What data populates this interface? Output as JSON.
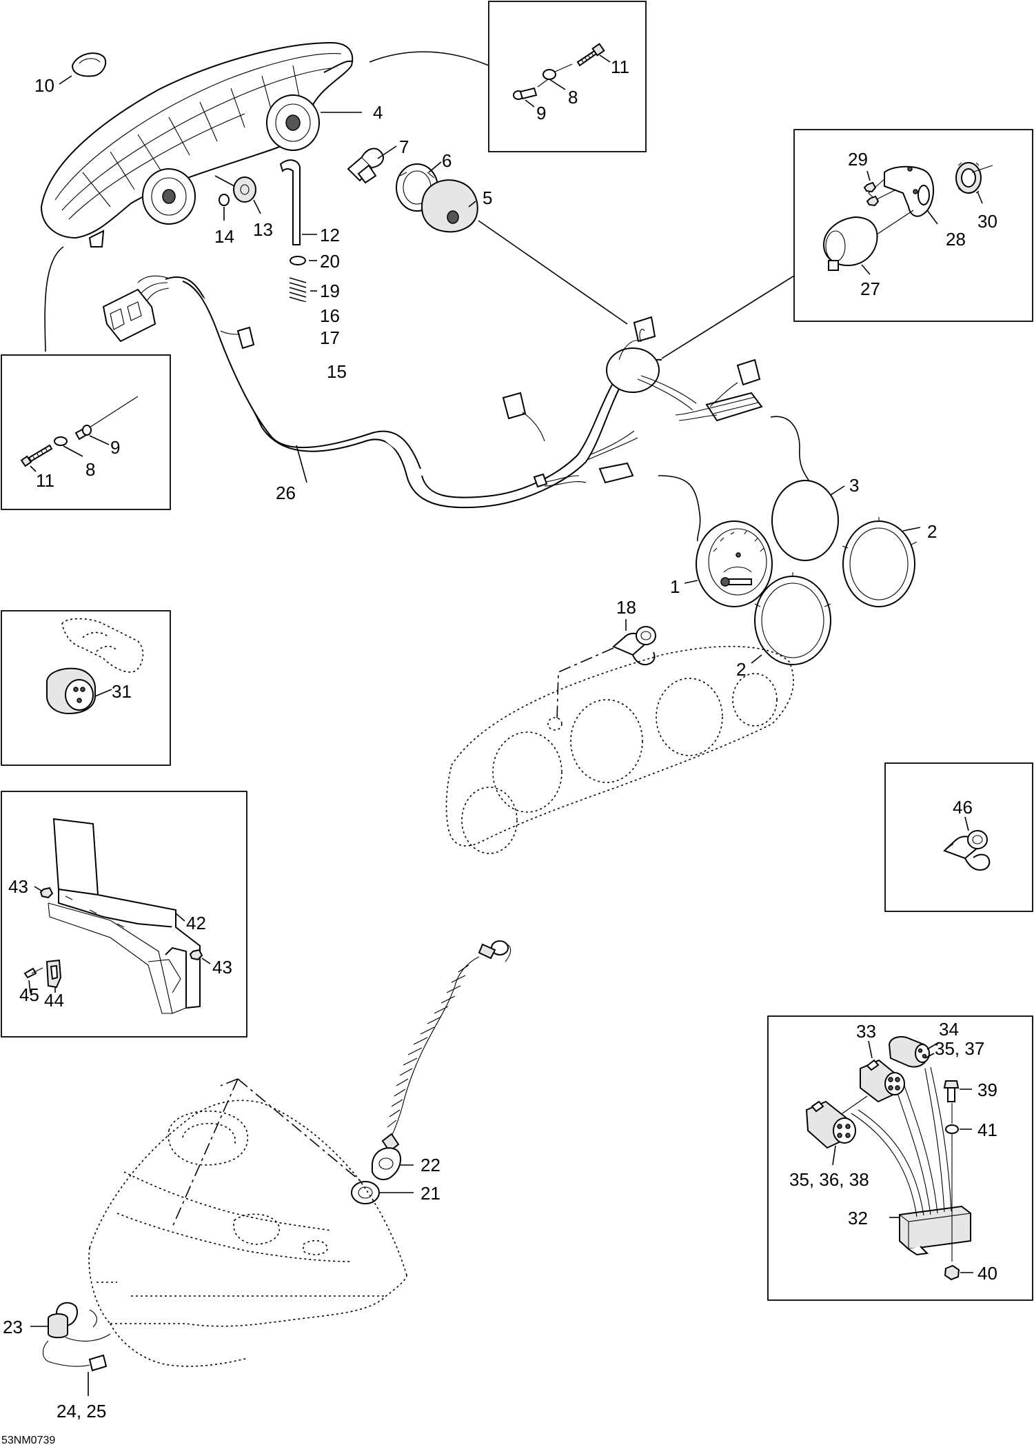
{
  "drawing_code": "53NM0739",
  "callouts": {
    "c1": "1",
    "c2a": "2",
    "c2b": "2",
    "c3": "3",
    "c4": "4",
    "c5": "5",
    "c6": "6",
    "c7": "7",
    "c8a": "8",
    "c8b": "8",
    "c9a": "9",
    "c9b": "9",
    "c10": "10",
    "c11a": "11",
    "c11b": "11",
    "c12": "12",
    "c13": "13",
    "c14": "14",
    "c15": "15",
    "c16": "16",
    "c17": "17",
    "c18": "18",
    "c19": "19",
    "c20": "20",
    "c21": "21",
    "c22": "22",
    "c23": "23",
    "c24_25": "24, 25",
    "c26": "26",
    "c27": "27",
    "c28": "28",
    "c29": "29",
    "c30": "30",
    "c31": "31",
    "c32": "32",
    "c33": "33",
    "c34": "34",
    "c35_37": "35, 37",
    "c35_36_38": "35, 36, 38",
    "c39": "39",
    "c40": "40",
    "c41": "41",
    "c42": "42",
    "c43a": "43",
    "c43b": "43",
    "c44": "44",
    "c45": "45",
    "c46": "46"
  }
}
